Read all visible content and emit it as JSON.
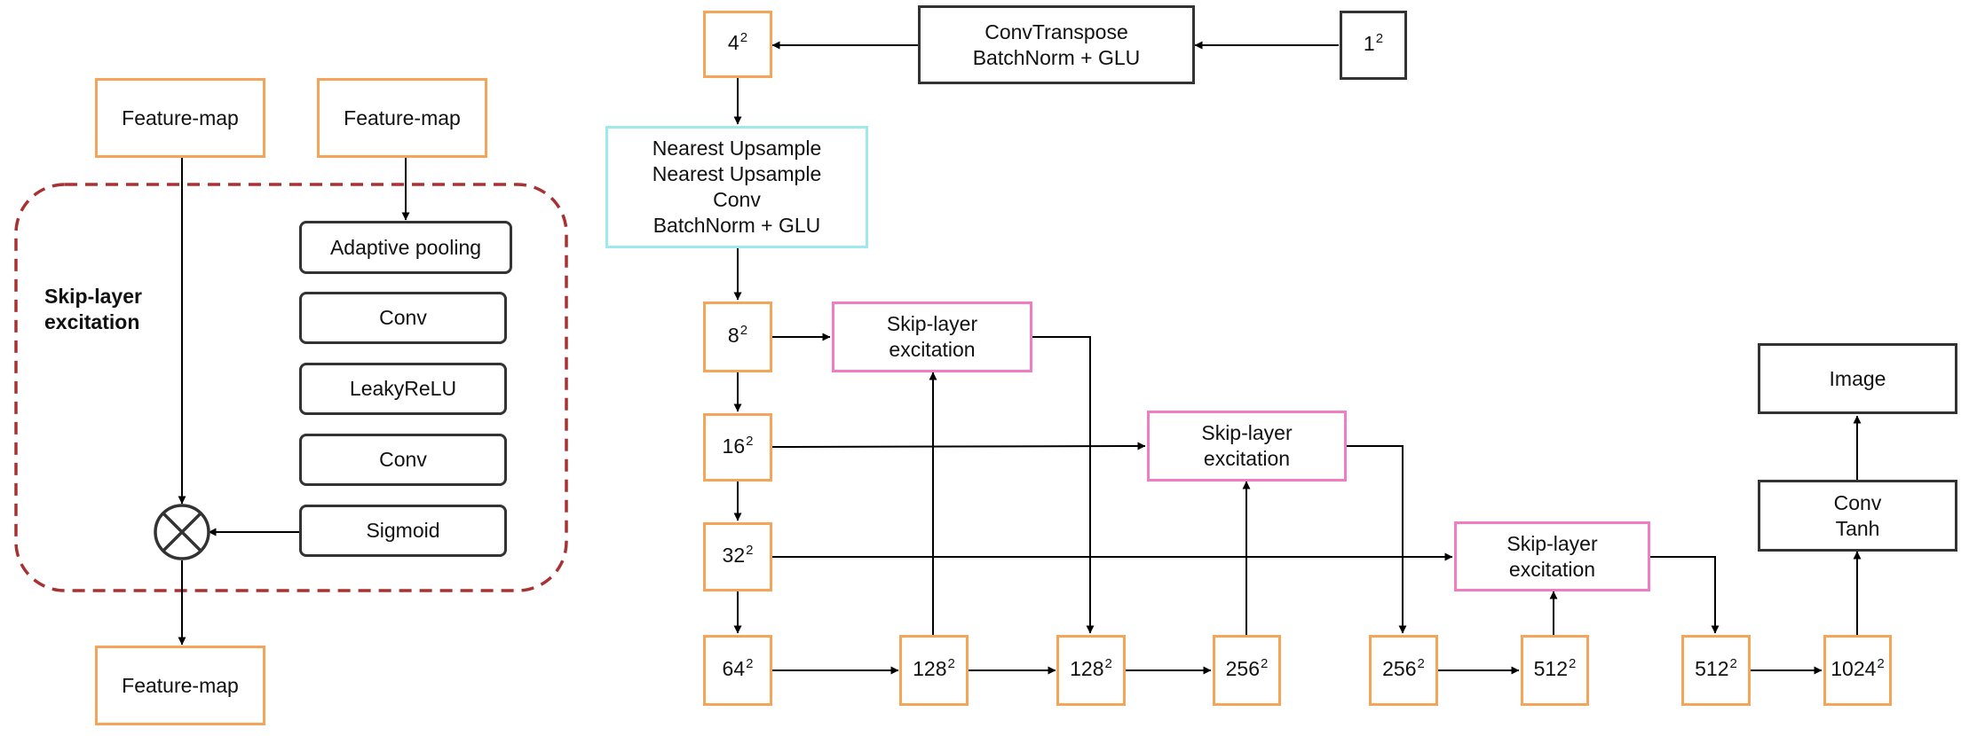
{
  "legend": {
    "feature_map_in_1": "Feature-map",
    "feature_map_in_2": "Feature-map",
    "feature_map_out": "Feature-map",
    "group_label_line1": "Skip-layer",
    "group_label_line2": "excitation",
    "steps": [
      "Adaptive pooling",
      "Conv",
      "LeakyReLU",
      "Conv",
      "Sigmoid"
    ]
  },
  "generator": {
    "input": {
      "base": "1",
      "sup": "2"
    },
    "initial_block": [
      "ConvTranspose",
      "BatchNorm + GLU"
    ],
    "upsample_block": [
      "Nearest Upsample",
      "Nearest Upsample",
      "Conv",
      "BatchNorm + GLU"
    ],
    "res4": {
      "base": "4",
      "sup": "2"
    },
    "res8": {
      "base": "8",
      "sup": "2"
    },
    "res16": {
      "base": "16",
      "sup": "2"
    },
    "res32": {
      "base": "32",
      "sup": "2"
    },
    "res64": {
      "base": "64",
      "sup": "2"
    },
    "res128a": {
      "base": "128",
      "sup": "2"
    },
    "res128b": {
      "base": "128",
      "sup": "2"
    },
    "res256a": {
      "base": "256",
      "sup": "2"
    },
    "res256b": {
      "base": "256",
      "sup": "2"
    },
    "res512a": {
      "base": "512",
      "sup": "2"
    },
    "res512b": {
      "base": "512",
      "sup": "2"
    },
    "res1024": {
      "base": "1024",
      "sup": "2"
    },
    "sle1": [
      "Skip-layer",
      "excitation"
    ],
    "sle2": [
      "Skip-layer",
      "excitation"
    ],
    "sle3": [
      "Skip-layer",
      "excitation"
    ],
    "output_block": [
      "Conv",
      "Tanh"
    ],
    "output": "Image"
  },
  "colors": {
    "feature_border": "#f5a55a",
    "sle_border": "#f07cc4",
    "upsample_border": "#9ee9ee",
    "dark_border": "#333333",
    "group_dash": "#a83232"
  }
}
